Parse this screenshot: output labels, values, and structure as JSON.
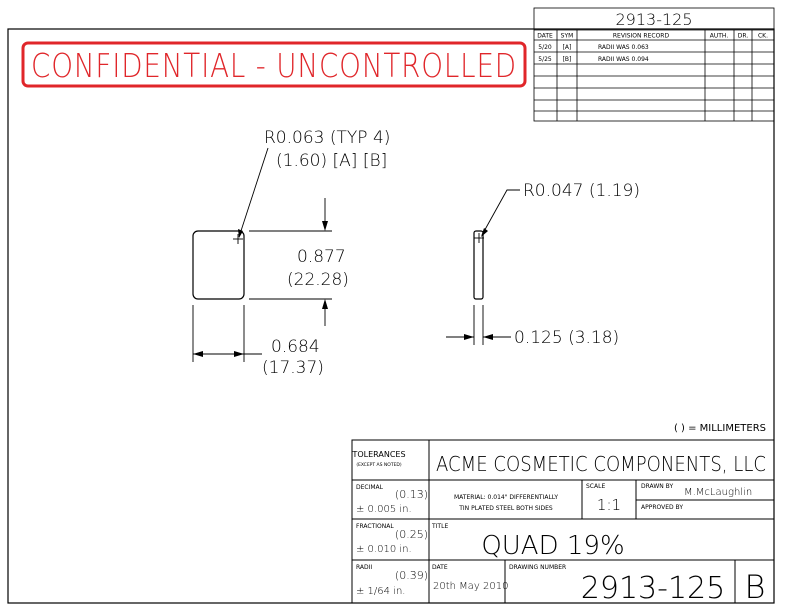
{
  "watermark": {
    "text": "CONFIDENTIAL - UNCONTROLLED",
    "color": "#e0262a"
  },
  "revision_block": {
    "number": "2913-125",
    "headers": [
      "DATE",
      "SYM",
      "REVISION RECORD",
      "AUTH.",
      "DR.",
      "CK."
    ],
    "rows": [
      {
        "date": "5/20",
        "sym": "[A]",
        "desc": "RADII WAS 0.063"
      },
      {
        "date": "5/25",
        "sym": "[B]",
        "desc": "RADII WAS 0.094"
      }
    ]
  },
  "dimensions": {
    "radius_main": "R0.063 (TYP 4)",
    "radius_main_mm": "(1.60) [A] [B]",
    "height_in": "0.877",
    "height_mm": "(22.28)",
    "width_in": "0.684",
    "width_mm": "(17.37)",
    "radius_side": "R0.047 (1.19)",
    "thickness": "0.125 (3.18)"
  },
  "units_note": "( ) = MILLIMETERS",
  "title_block": {
    "tolerances_label": "TOLERANCES",
    "except_note": "(EXCEPT AS NOTED)",
    "company": "ACME COSMETIC COMPONENTS, LLC",
    "decimal_label": "DECIMAL",
    "decimal_mm": "(0.13)",
    "decimal_tol": "± 0.005 in.",
    "material_line1": "MATERIAL: 0.014\" DIFFERENTIALLY",
    "material_line2": "TIN PLATED STEEL BOTH SIDES",
    "scale_label": "SCALE",
    "scale_value": "1:1",
    "drawn_by_label": "DRAWN BY",
    "drawn_by": "M.McLaughlin",
    "approved_by_label": "APPROVED BY",
    "fractional_label": "FRACTIONAL",
    "fractional_mm": "(0.25)",
    "fractional_tol": "± 0.010 in.",
    "title_label": "TITLE",
    "title": "QUAD 19%",
    "radii_label": "RADII",
    "radii_mm": "(0.39)",
    "radii_tol": "± 1/64 in.",
    "date_label": "DATE",
    "date": "20th May 2010",
    "drawing_number_label": "DRAWING NUMBER",
    "drawing_number": "2913-125",
    "revision_letter": "B"
  }
}
